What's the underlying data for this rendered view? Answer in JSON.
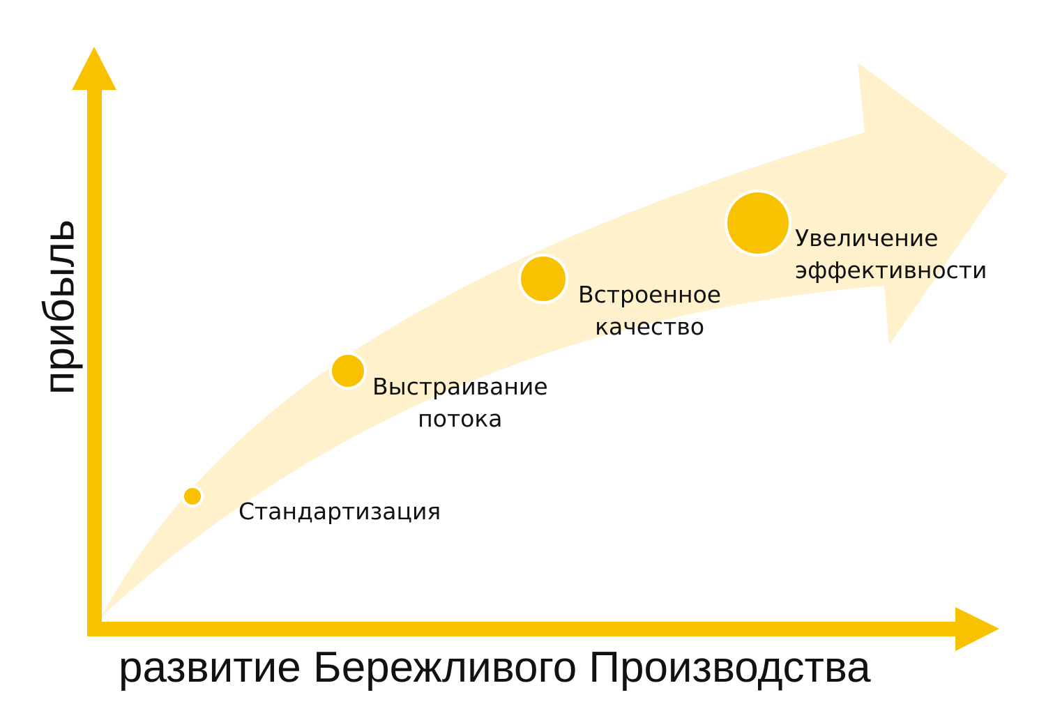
{
  "axes": {
    "x_label": "развитие Бережливого Производства",
    "y_label": "прибыль"
  },
  "stages": [
    {
      "label_line1": "Стандартизация",
      "label_line2": ""
    },
    {
      "label_line1": "Выстраивание",
      "label_line2": "потока"
    },
    {
      "label_line1": "Встроенное",
      "label_line2": "качество"
    },
    {
      "label_line1": "Увеличение",
      "label_line2": "эффективности"
    }
  ],
  "colors": {
    "accent": "#F9C200",
    "band": "#FEF1CB",
    "text": "#111111"
  }
}
